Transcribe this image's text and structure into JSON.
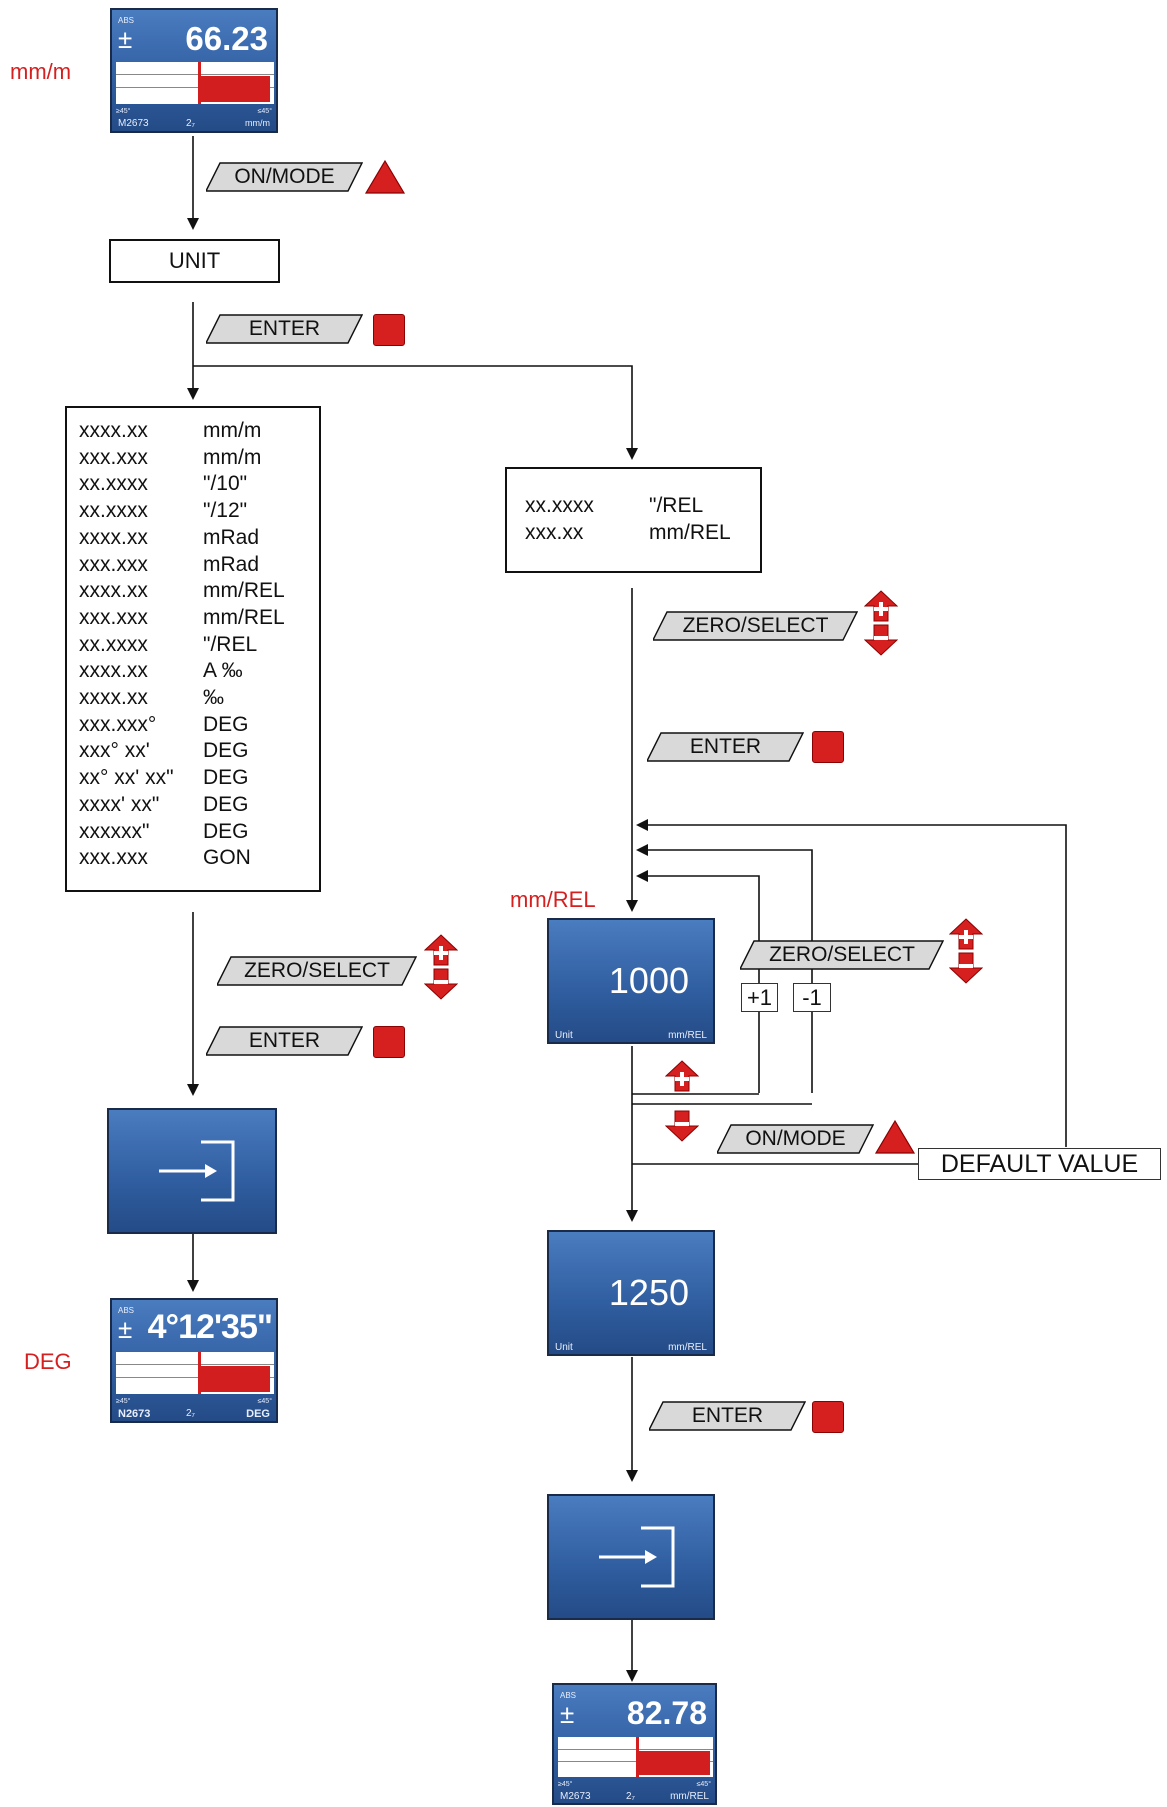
{
  "labels": {
    "mm_m": "mm/m",
    "deg": "DEG",
    "mm_rel": "mm/REL"
  },
  "buttons": {
    "on_mode": "ON/MODE",
    "enter": "ENTER",
    "zero_select": "ZERO/SELECT"
  },
  "unit_box": "UNIT",
  "unit_list": [
    {
      "format": "xxxx.xx",
      "unit": "mm/m"
    },
    {
      "format": "xxx.xxx",
      "unit": "mm/m"
    },
    {
      "format": "xx.xxxx",
      "unit": "\"/10\""
    },
    {
      "format": "xx.xxxx",
      "unit": "\"/12\""
    },
    {
      "format": "xxxx.xx",
      "unit": "mRad"
    },
    {
      "format": "xxx.xxx",
      "unit": "mRad"
    },
    {
      "format": "xxxx.xx",
      "unit": "mm/REL"
    },
    {
      "format": "xxx.xxx",
      "unit": "mm/REL"
    },
    {
      "format": "xx.xxxx",
      "unit": "\"/REL"
    },
    {
      "format": "xxxx.xx",
      "unit": "A ‰"
    },
    {
      "format": "xxxx.xx",
      "unit": "‰"
    },
    {
      "format": "xxx.xxx°",
      "unit": "DEG"
    },
    {
      "format": "xxx° xx'",
      "unit": "DEG"
    },
    {
      "format": "xx° xx' xx\"",
      "unit": "DEG"
    },
    {
      "format": "xxxx' xx\"",
      "unit": "DEG"
    },
    {
      "format": "xxxxxx\"",
      "unit": "DEG"
    },
    {
      "format": "xxx.xxx",
      "unit": "GON"
    }
  ],
  "rel_list": [
    {
      "format": "xx.xxxx",
      "unit": "\"/REL"
    },
    {
      "format": "xxx.xx",
      "unit": "mm/REL"
    }
  ],
  "displays": {
    "top": {
      "value": "66.23",
      "abs": "ABS",
      "left_angle": "≥45°",
      "right_angle": "≤45°",
      "id": "M2673",
      "mid": "2₇",
      "unit": "mm/m"
    },
    "deg": {
      "value": "4°12'35\"",
      "abs": "ABS",
      "left_angle": "≥45°",
      "right_angle": "≤45°",
      "id": "N2673",
      "mid": "2₇",
      "unit": "DEG"
    },
    "rel": {
      "value": "82.78",
      "abs": "ABS",
      "left_angle": "≥45°",
      "right_angle": "≤45°",
      "id": "M2673",
      "mid": "2₇",
      "unit": "mm/REL"
    },
    "unit_1000": {
      "value": "1000",
      "left": "Unit",
      "right": "mm/REL"
    },
    "unit_1250": {
      "value": "1250",
      "left": "Unit",
      "right": "mm/REL"
    }
  },
  "steps": {
    "plus_one": "+1",
    "minus_one": "-1",
    "default_value": "DEFAULT VALUE"
  },
  "colors": {
    "accent_red": "#d61f1f",
    "lcd_blue": "#2f5d9f"
  },
  "icons": [
    "up-arrow-plus-icon",
    "down-arrow-minus-icon",
    "triangle-icon",
    "square-icon",
    "enter-icon"
  ]
}
